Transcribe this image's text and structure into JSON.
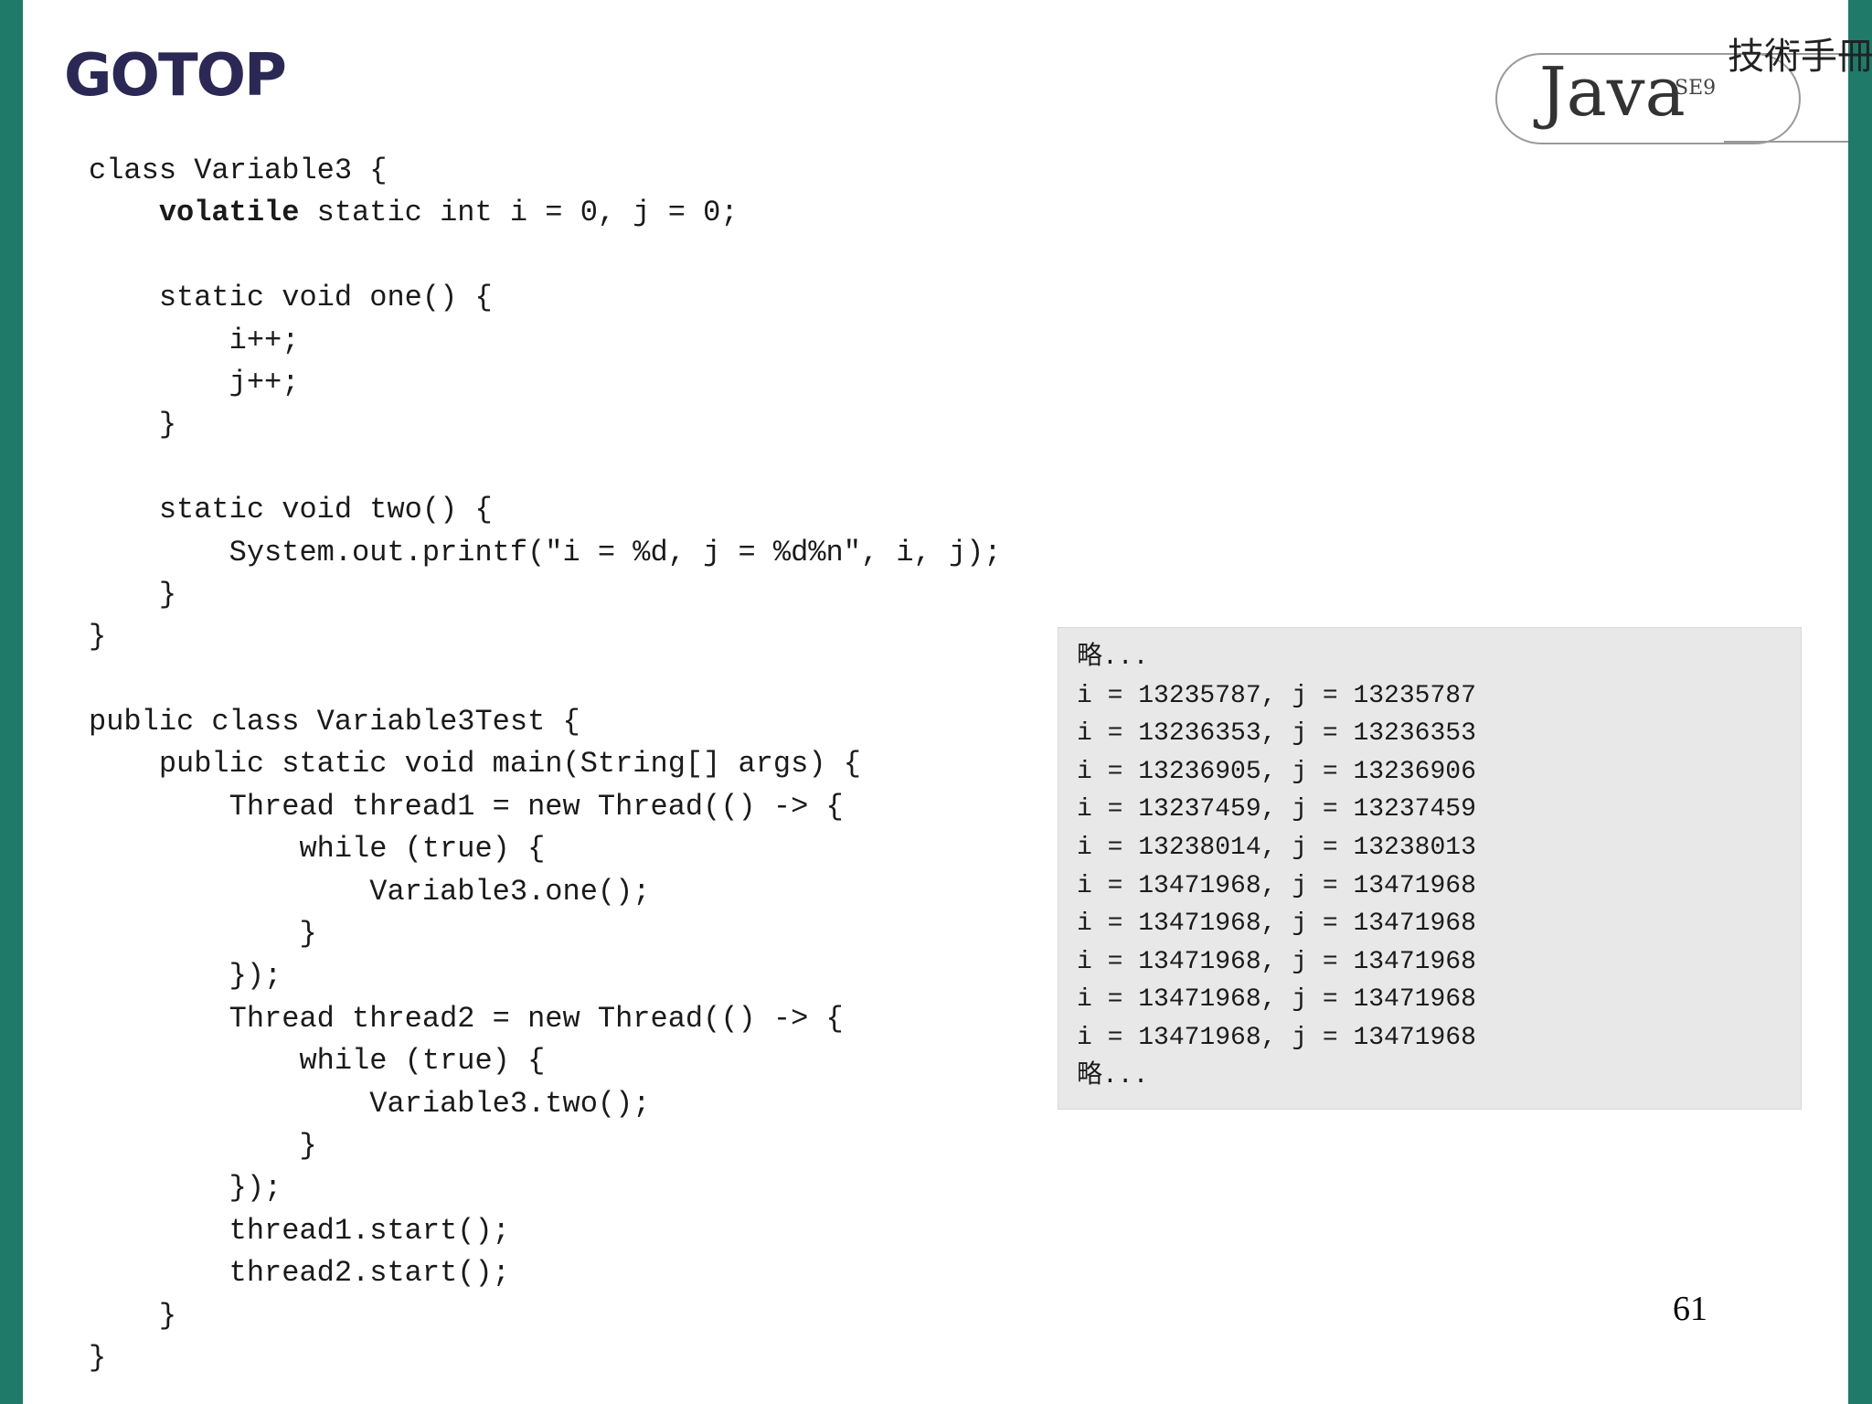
{
  "header": {
    "logo_text": "GOTOP",
    "badge": {
      "java": "Java",
      "se": "SE9",
      "chinese": "技術手冊"
    }
  },
  "code": {
    "lines": [
      "class Variable3 {",
      "    |volatile| static int i = 0, j = 0;",
      "",
      "    static void one() {",
      "        i++;",
      "        j++;",
      "    }",
      "",
      "    static void two() {",
      "        System.out.printf(\"i = %d, j = %d%n\", i, j);",
      "    }",
      "}",
      "",
      "public class Variable3Test {",
      "    public static void main(String[] args) {",
      "        Thread thread1 = new Thread(() -> {",
      "            while (true) {",
      "                Variable3.one();",
      "            }",
      "        });",
      "        Thread thread2 = new Thread(() -> {",
      "            while (true) {",
      "                Variable3.two();",
      "            }",
      "        });",
      "        thread1.start();",
      "        thread2.start();",
      "    }",
      "}"
    ]
  },
  "output": {
    "lines": [
      "略...",
      "i = 13235787, j = 13235787",
      "i = 13236353, j = 13236353",
      "i = 13236905, j = 13236906",
      "i = 13237459, j = 13237459",
      "i = 13238014, j = 13238013",
      "i = 13471968, j = 13471968",
      "i = 13471968, j = 13471968",
      "i = 13471968, j = 13471968",
      "i = 13471968, j = 13471968",
      "i = 13471968, j = 13471968",
      "略..."
    ]
  },
  "page_number": "61",
  "colors": {
    "side_band": "#1f7a6a",
    "logo": "#2b2856",
    "output_bg": "#e8e8e8"
  }
}
